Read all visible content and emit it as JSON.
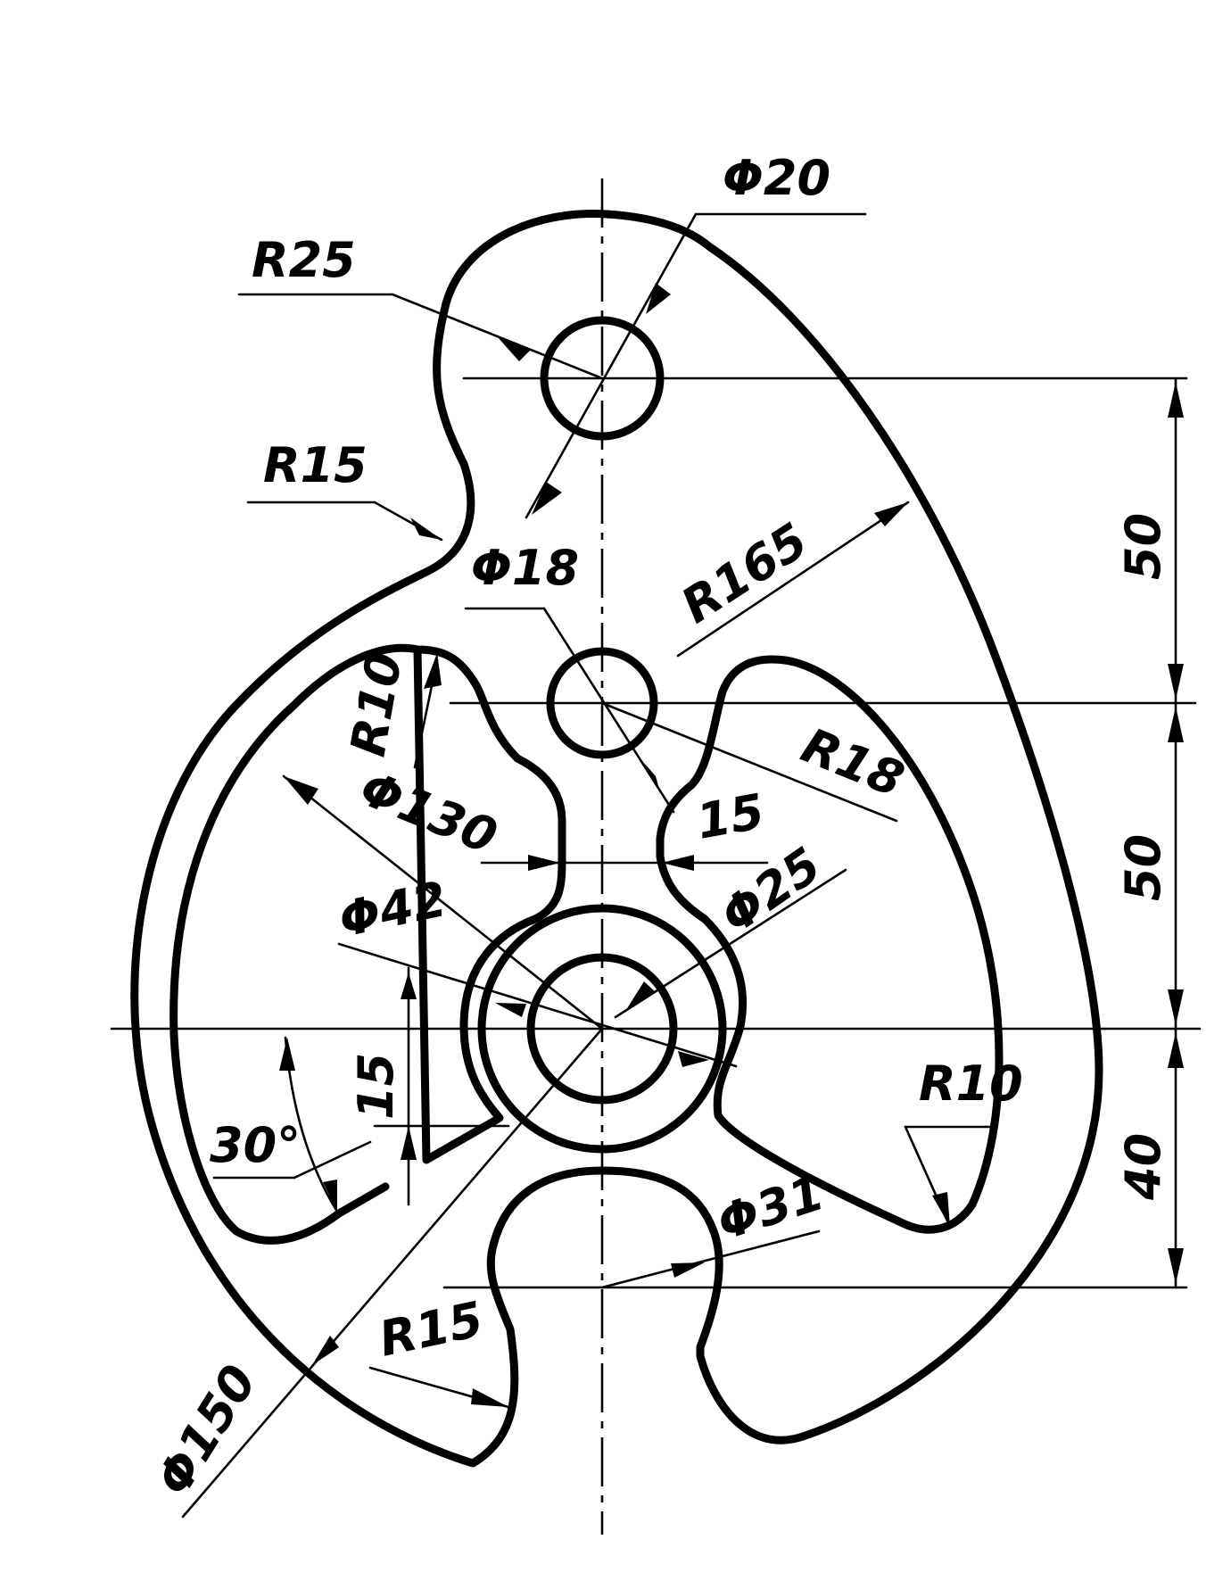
{
  "dimensions": {
    "phi20": "Φ20",
    "r25": "R25",
    "r15_top": "R15",
    "phi18": "Φ18",
    "r165": "R165",
    "r10_left": "R10",
    "r18": "R18",
    "phi130": "Φ130",
    "dim15_right": "15",
    "phi25": "Φ25",
    "phi42": "Φ42",
    "dim15_left": "15",
    "angle30": "30°",
    "r10_right": "R10",
    "phi31": "Φ31",
    "r15_bottom": "R15",
    "phi150": "Φ150",
    "vdim50_top": "50",
    "vdim50_mid": "50",
    "vdim40": "40"
  }
}
